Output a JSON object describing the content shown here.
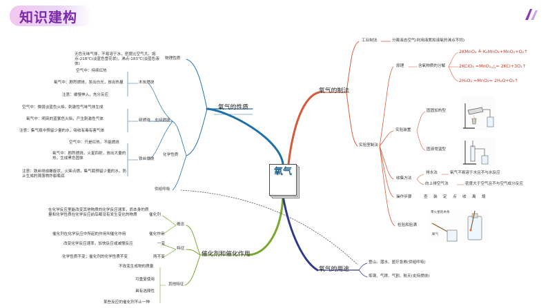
{
  "header": {
    "title": "知识建构"
  },
  "center": {
    "label": "氧气"
  },
  "colors": {
    "title": "#7a2aa8",
    "properties": "#1e6fa8",
    "preparation": "#d65a3a",
    "catalyst": "#7aa82a",
    "uses": "#2e3a8c"
  },
  "icons": [
    "logo-icon",
    "solid-heating-apparatus-icon",
    "solid-liquid-apparatus-icon",
    "oxygen-test-bottle-icon"
  ],
  "properties": {
    "title": "氧气的性质",
    "physical": {
      "label": "物理性质",
      "text": "无色无味气体，不易溶于水，密度比空气大，熔点-218℃(淡蓝色雪花状)，沸点-183℃(淡蓝色液体)"
    },
    "chemical": {
      "label": "化学性质",
      "combustion_label": "支持燃烧",
      "charcoal": {
        "label": "木炭燃烧",
        "items": [
          "空气中：持续红热",
          "氧气中：剧烈燃烧，发出白光，放出热量",
          "注意：缓慢伸入，充分反应"
        ]
      },
      "sulfur": {
        "label": "硫燃烧",
        "items": [
          "空气中：微弱淡蓝色火焰，刺激性气味气体生成",
          "氧气中：明亮的蓝紫色火焰，产生刺激性气体",
          "注意：集气瓶中预留少量的水，吸收有毒有害气体"
        ]
      },
      "iron": {
        "label": "铁丝燃烧",
        "items": [
          "空气中：只是红热，不能燃烧",
          "氧气中：剧烈燃烧，火星四射，放出大量的热，生成黑色固体",
          "注意：铁丝绕成螺旋状，火柴点燃，集气瓶预留少量的水，防止生成的溅落物炸裂瓶底"
        ]
      },
      "respiration": "供给呼吸"
    }
  },
  "preparation": {
    "title": "氧气的制法",
    "industrial": {
      "label": "工业制法",
      "text": "分离液态空气(利用液氮和液氧的沸点不同)"
    },
    "lab": {
      "label": "实验室制法",
      "principle": {
        "label": "原理",
        "sub": "含氧物质的分解",
        "equations": [
          "2KMnO₄ ≜ K₂MnO₄+MnO₂+O₂↑",
          "2KClO₃ =MnO₂,△= 2KCl+3O₂↑",
          "2H₂O₂ =MnO₂= 2H₂O+O₂↑"
        ]
      },
      "apparatus": {
        "label": "实验装置",
        "solid_heating": "固固加热型",
        "solid_liquid": "固液常温型"
      },
      "collection": {
        "label": "收集方法",
        "water": {
          "label": "排水法",
          "text": "氧气不易溶于水且不与水反应"
        },
        "air": {
          "label": "向上排空气法",
          "text": "密度大于空气且不与空气成分反应"
        }
      },
      "steps": {
        "label": "操作步骤",
        "items": [
          "查",
          "装",
          "定",
          "点",
          "收",
          "离",
          "熄"
        ]
      },
      "test": {
        "label": "检验和验满",
        "bottle_label": "带火星的木条",
        "gas_label": "氧气"
      }
    }
  },
  "catalyst": {
    "title": "催化剂和催化作用",
    "concept": {
      "label": "概念",
      "catalyst_label": "催化剂",
      "catalyst_text": "在化学反应里能改变其他物质的化学反应速率，而本身的质量和化学性质在化学反应前后都没有发生变化的物质",
      "action_label": "催化作用",
      "action_text": "催化剂在化学反应中所起的作用叫催化作用"
    },
    "features": {
      "label": "特征",
      "one": {
        "label": "一变",
        "text": "改变化学反应速率，加快反应或减慢反应"
      },
      "two": {
        "label": "两不变",
        "text": "化学性质不变；催化剂的化学性质不变"
      }
    },
    "other": {
      "label": "其他特征",
      "items": [
        "不改变生成物的质量",
        "可重复使用",
        "具有选择性",
        "某些反应的催化剂不止一种"
      ]
    }
  },
  "uses": {
    "title": "氧气的用途",
    "items": [
      "登山、潜水、医疗急救(供给呼吸)",
      "炼钢、气焊、气割、航天(支持燃烧)"
    ]
  }
}
